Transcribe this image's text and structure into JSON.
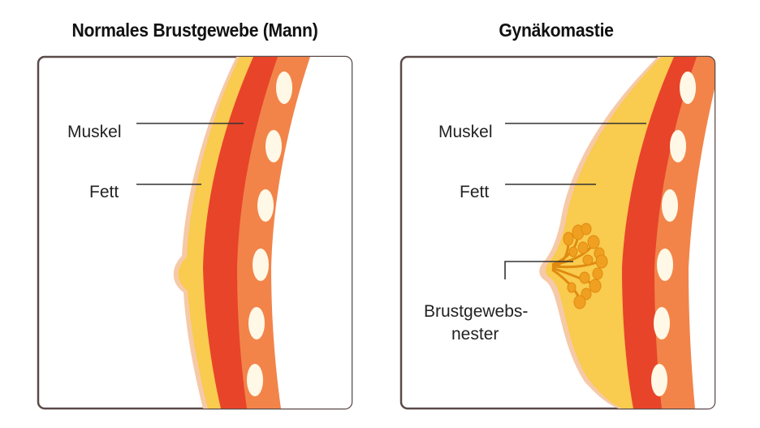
{
  "panels": [
    {
      "title": "Normales Brustgewebe (Mann)",
      "labels": {
        "muscle": "Muskel",
        "fat": "Fett"
      }
    },
    {
      "title": "Gynäkomastie",
      "labels": {
        "muscle": "Muskel",
        "fat": "Fett",
        "breast_tissue_line1": "Brustgewebs-",
        "breast_tissue_line2": "nester"
      }
    }
  ],
  "colors": {
    "frame": "#5a4a48",
    "skin_outline": "#f6c9a8",
    "fat": "#f9cb4e",
    "muscle": "#e8442a",
    "rib_band": "#f2844a",
    "rib": "#fff8e6",
    "gland": "#f0a020",
    "leader": "#333333"
  }
}
